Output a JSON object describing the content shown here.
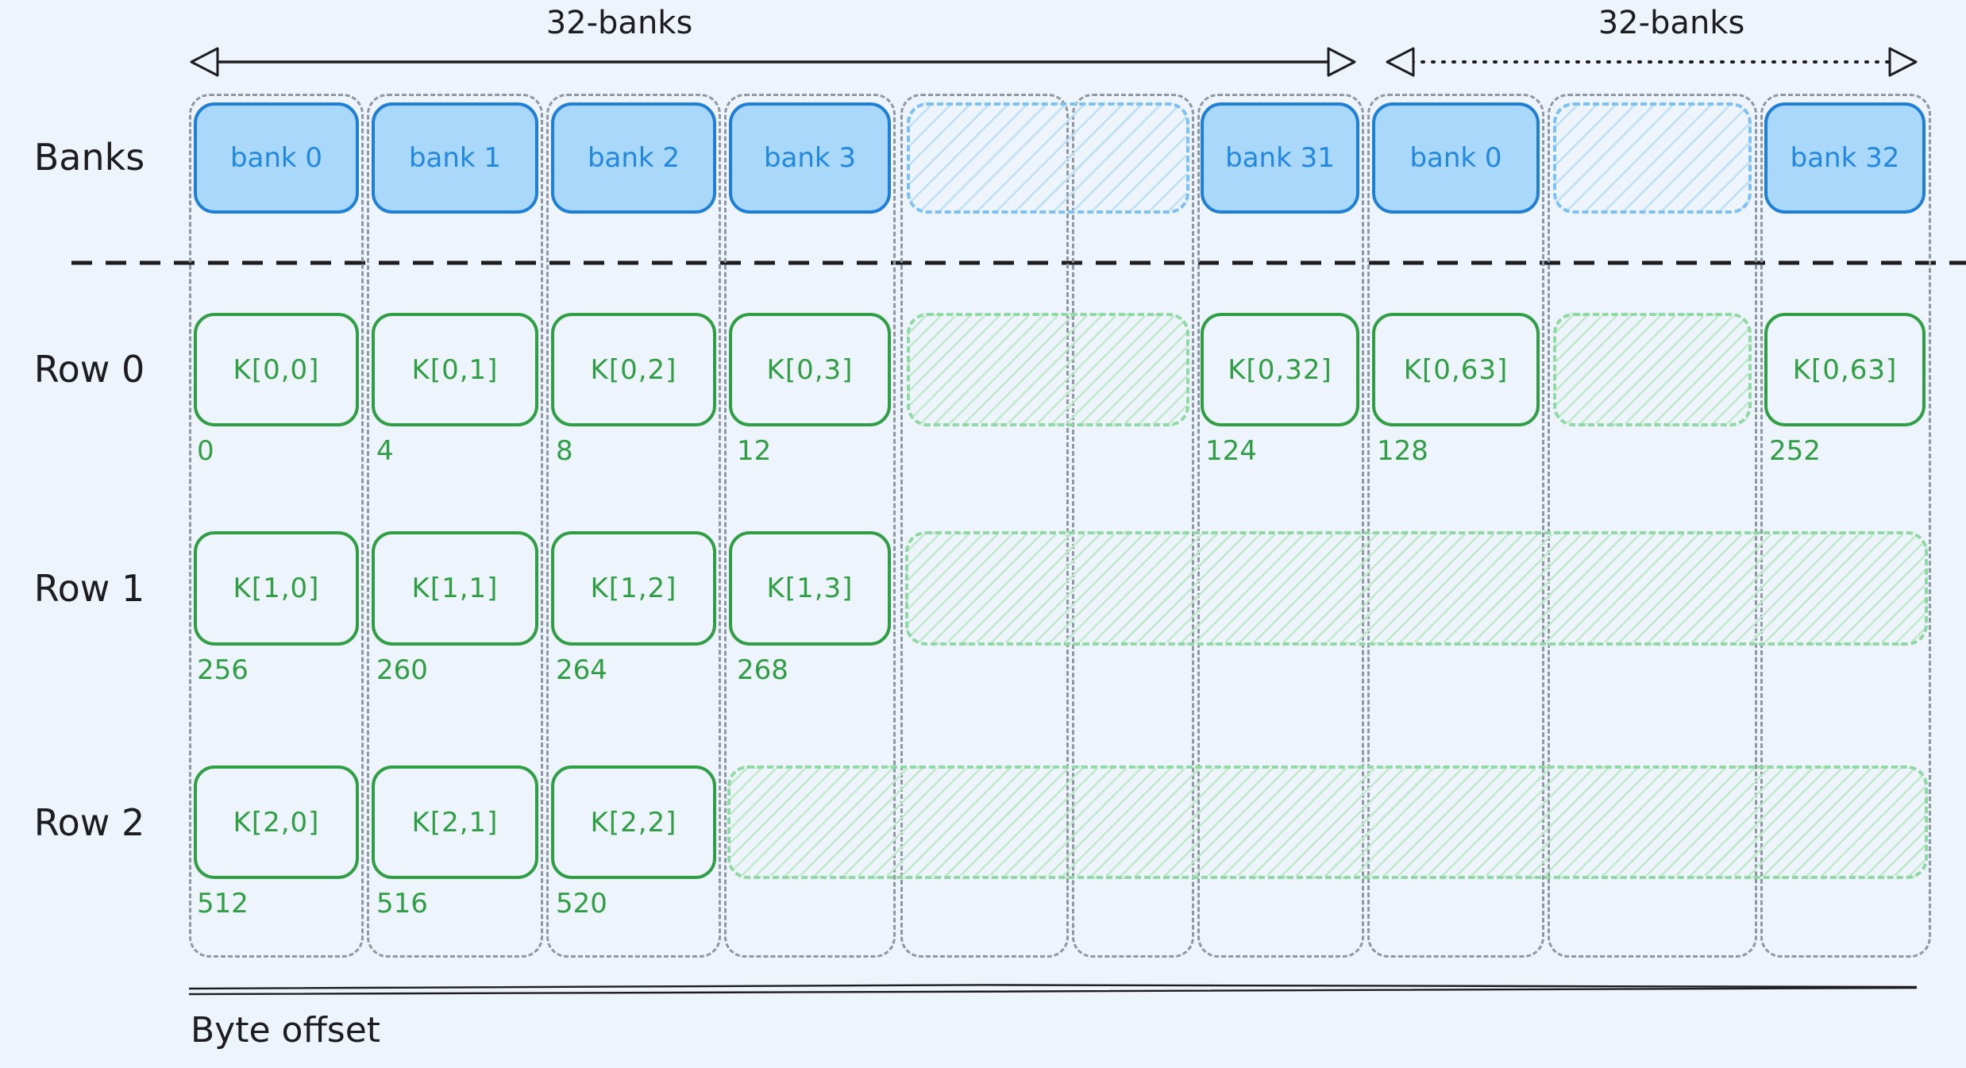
{
  "colors": {
    "bg": "#eef4fb",
    "ink": "#1d1d20",
    "gray": "#8f98a2",
    "blue-stroke": "#1f7fd6",
    "blue-fill": "#a9d8fb",
    "blue-text": "#2287e0",
    "blue-hatch-border": "#7cc1f4",
    "blue-hatch-line": "#bddff8",
    "green-stroke": "#2f9e44",
    "green-text": "#2f9e44",
    "green-hatch-border": "#90d9a4",
    "green-hatch-line": "#bfe9c9"
  },
  "header": {
    "left_span_label": "32-banks",
    "right_span_label": "32-banks"
  },
  "left_axis": {
    "banks_label": "Banks",
    "row_labels": [
      "Row 0",
      "Row 1",
      "Row 2"
    ]
  },
  "banks_row": {
    "items": [
      {
        "label": "bank 0",
        "type": "bank"
      },
      {
        "label": "bank 1",
        "type": "bank"
      },
      {
        "label": "bank 2",
        "type": "bank"
      },
      {
        "label": "bank 3",
        "type": "bank"
      },
      {
        "label": "",
        "type": "hatched-placeholder"
      },
      {
        "label": "bank 31",
        "type": "bank"
      },
      {
        "label": "bank 0",
        "type": "bank"
      },
      {
        "label": "",
        "type": "hatched-placeholder"
      },
      {
        "label": "bank 32",
        "type": "bank"
      }
    ]
  },
  "memory_rows": [
    {
      "label": "Row 0",
      "cells": [
        {
          "label": "K[0,0]",
          "offset": "0"
        },
        {
          "label": "K[0,1]",
          "offset": "4"
        },
        {
          "label": "K[0,2]",
          "offset": "8"
        },
        {
          "label": "K[0,3]",
          "offset": "12"
        },
        {
          "label": "K[0,32]",
          "offset": "124"
        },
        {
          "label": "K[0,63]",
          "offset": "128"
        },
        {
          "label": "K[0,63]",
          "offset": "252"
        }
      ]
    },
    {
      "label": "Row 1",
      "cells": [
        {
          "label": "K[1,0]",
          "offset": "256"
        },
        {
          "label": "K[1,1]",
          "offset": "260"
        },
        {
          "label": "K[1,2]",
          "offset": "264"
        },
        {
          "label": "K[1,3]",
          "offset": "268"
        }
      ]
    },
    {
      "label": "Row 2",
      "cells": [
        {
          "label": "K[2,0]",
          "offset": "512"
        },
        {
          "label": "K[2,1]",
          "offset": "516"
        },
        {
          "label": "K[2,2]",
          "offset": "520"
        }
      ]
    }
  ],
  "bottom_axis": {
    "label": "Byte offset"
  }
}
